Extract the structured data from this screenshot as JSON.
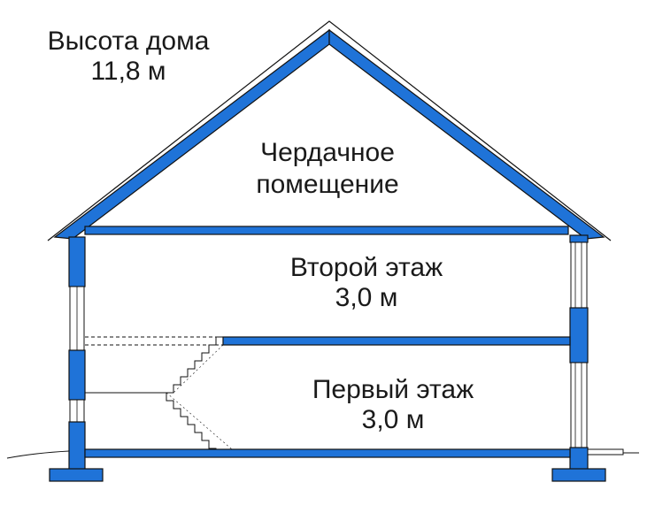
{
  "colors": {
    "structure_fill": "#1f73d8",
    "outline": "#111111",
    "window_fill": "#ffffff"
  },
  "labels": {
    "house_height_title": "Высота дома",
    "house_height_value": "11,8 м",
    "attic_line1": "Чердачное",
    "attic_line2": "помещение",
    "second_floor_name": "Второй этаж",
    "second_floor_height": "3,0 м",
    "first_floor_name": "Первый этаж",
    "first_floor_height": "3,0 м"
  }
}
